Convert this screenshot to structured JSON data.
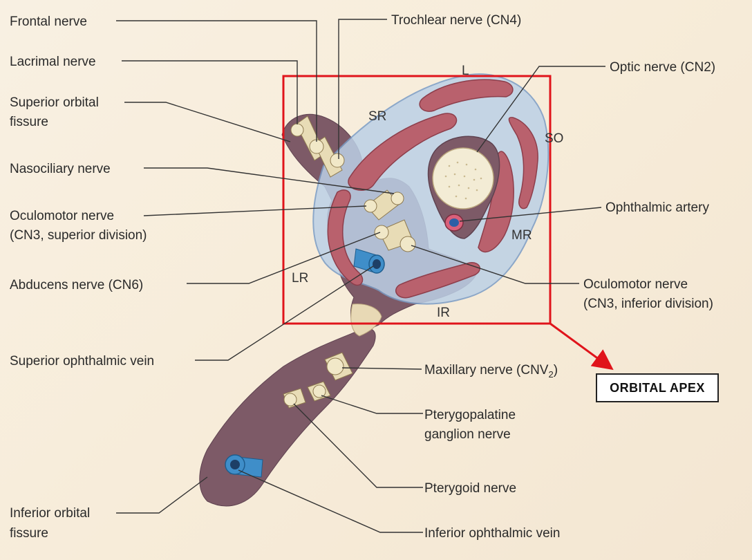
{
  "labels": {
    "frontal_nerve": "Frontal nerve",
    "lacrimal_nerve": "Lacrimal nerve",
    "superior_orbital_fissure_1": "Superior orbital",
    "superior_orbital_fissure_2": "fissure",
    "nasociliary_nerve": "Nasociliary nerve",
    "oculomotor_superior_1": "Oculomotor nerve",
    "oculomotor_superior_2": "(CN3, superior division)",
    "abducens_nerve": "Abducens nerve (CN6)",
    "superior_ophthalmic_vein": "Superior ophthalmic vein",
    "inferior_orbital_fissure_1": "Inferior orbital",
    "inferior_orbital_fissure_2": "fissure",
    "trochlear_nerve": "Trochlear nerve (CN4)",
    "optic_nerve": "Optic nerve (CN2)",
    "ophthalmic_artery": "Ophthalmic artery",
    "oculomotor_inferior_1": "Oculomotor nerve",
    "oculomotor_inferior_2": "(CN3, inferior division)",
    "maxillary_nerve": "Maxillary nerve (CNV",
    "maxillary_nerve_sub": "2",
    "maxillary_nerve_close": ")",
    "pterygopalatine_1": "Pterygopalatine",
    "pterygopalatine_2": "ganglion nerve",
    "pterygoid_nerve": "Pterygoid nerve",
    "inferior_ophthalmic_vein": "Inferior ophthalmic vein"
  },
  "muscles": {
    "L": "L",
    "SR": "SR",
    "SO": "SO",
    "MR": "MR",
    "LR": "LR",
    "IR": "IR"
  },
  "callout": {
    "text": "ORBITAL APEX"
  },
  "colors": {
    "fissure": "#7d5a67",
    "muscle": "#b9616d",
    "sheath": "#a9c4e0",
    "nerve": "#f1e8c8",
    "vein": "#3f8ec9",
    "highlight_box": "#e0141b"
  }
}
